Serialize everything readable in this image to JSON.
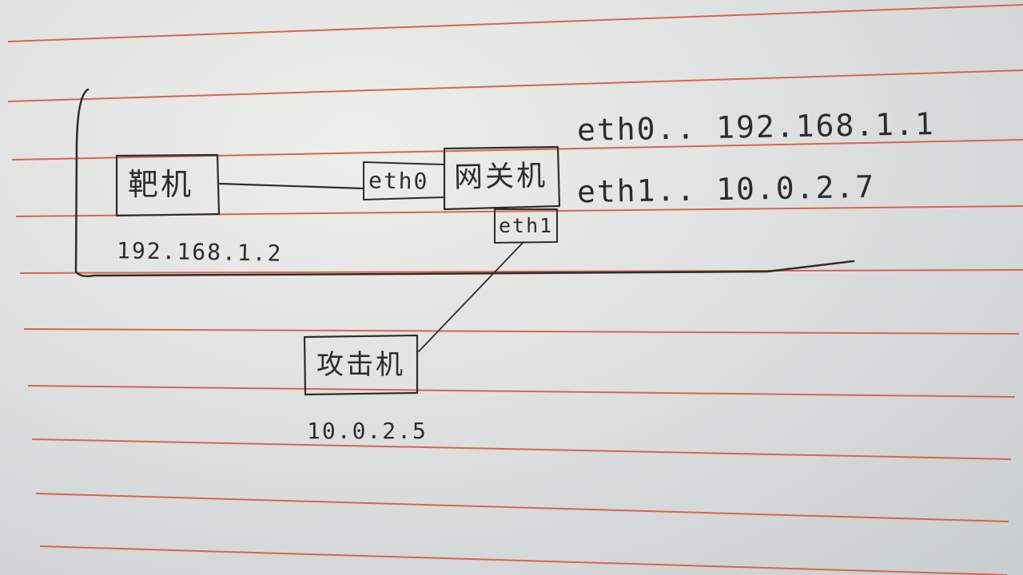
{
  "nodes": {
    "target": {
      "label": "靶机",
      "ip": "192.168.1.2"
    },
    "gateway": {
      "label": "网关机",
      "eth0_label": "eth0",
      "eth1_label": "eth1",
      "eth0_addr": "eth0.. 192.168.1.1",
      "eth1_addr": "eth1.. 10.0.2.7"
    },
    "attacker": {
      "label": "攻击机",
      "ip": "10.0.2.5"
    }
  },
  "colors": {
    "paper": "#e4e6e5",
    "ruled_line": "#d8654a",
    "ink": "#2e2c2a"
  }
}
